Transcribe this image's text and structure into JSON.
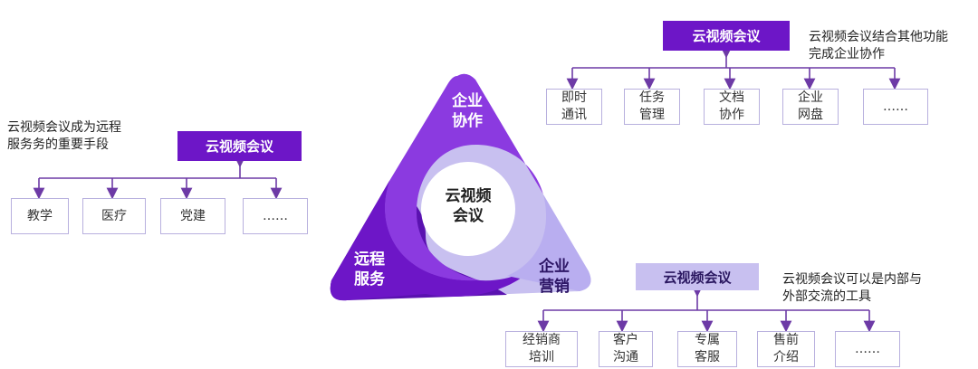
{
  "center": {
    "line1": "云视频",
    "line2": "会议"
  },
  "segments": {
    "collab": {
      "line1": "企业",
      "line2": "协作"
    },
    "remote": {
      "line1": "远程",
      "line2": "服务"
    },
    "marketing": {
      "line1": "企业",
      "line2": "营销"
    }
  },
  "trees": {
    "left": {
      "title": "云视频会议",
      "note": [
        "云视频会议成为远程",
        "服务务的重要手段"
      ],
      "children": [
        "教学",
        "医疗",
        "党建",
        "……"
      ]
    },
    "top_right": {
      "title": "云视频会议",
      "note": [
        "云视频会议结合其他功能",
        "完成企业协作"
      ],
      "children": [
        [
          "即时",
          "通讯"
        ],
        [
          "任务",
          "管理"
        ],
        [
          "文档",
          "协作"
        ],
        [
          "企业",
          "网盘"
        ],
        [
          "……",
          ""
        ]
      ]
    },
    "bottom_right": {
      "title": "云视频会议",
      "note": [
        "云视频会议可以是内部与",
        "外部交流的工具"
      ],
      "children": [
        [
          "经销商",
          "培训"
        ],
        [
          "客户",
          "沟通"
        ],
        [
          "专属",
          "客服"
        ],
        [
          "售前",
          "介绍"
        ],
        [
          "……",
          ""
        ]
      ]
    }
  },
  "colors": {
    "dark_purple": "#6d16c7",
    "mid_purple": "#8b3ae0",
    "light_purple": "#c8c0f0",
    "line": "#6d3aa6"
  }
}
